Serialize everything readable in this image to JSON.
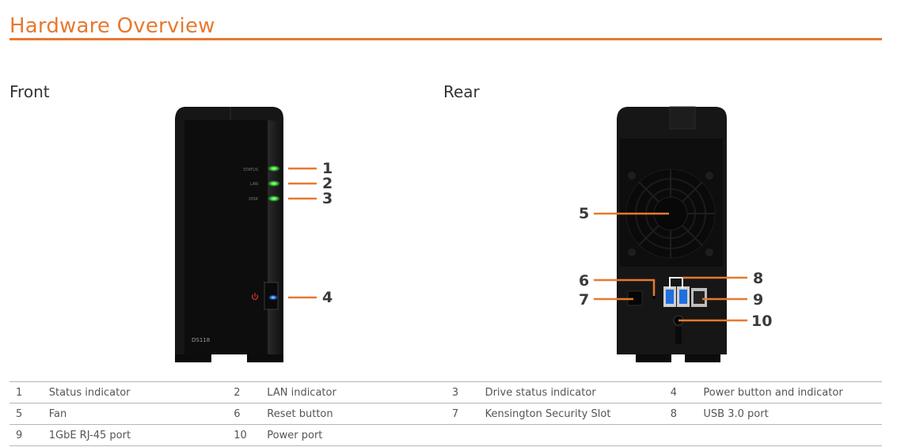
{
  "header": {
    "title": "Hardware Overview"
  },
  "sections": {
    "front": "Front",
    "rear": "Rear"
  },
  "device": {
    "model": "DS118",
    "led_labels": [
      "STATUS",
      "LAN",
      "DISK"
    ]
  },
  "callouts": {
    "front": [
      "1",
      "2",
      "3",
      "4"
    ],
    "rear": [
      "5",
      "6",
      "7",
      "8",
      "9",
      "10"
    ]
  },
  "legend": [
    [
      {
        "num": "1",
        "label": "Status indicator"
      },
      {
        "num": "2",
        "label": "LAN indicator"
      },
      {
        "num": "3",
        "label": "Drive status indicator"
      },
      {
        "num": "4",
        "label": "Power button and indicator"
      }
    ],
    [
      {
        "num": "5",
        "label": "Fan"
      },
      {
        "num": "6",
        "label": "Reset button"
      },
      {
        "num": "7",
        "label": "Kensington Security Slot"
      },
      {
        "num": "8",
        "label": "USB 3.0 port"
      }
    ],
    [
      {
        "num": "9",
        "label": "1GbE RJ-45 port"
      },
      {
        "num": "10",
        "label": "Power port"
      },
      {
        "num": "",
        "label": ""
      },
      {
        "num": "",
        "label": ""
      }
    ]
  ],
  "colors": {
    "accent": "#e8792e",
    "led_green": "#3ddc3a",
    "led_blue": "#2f7fff",
    "power_red": "#e03030",
    "usb_blue": "#1f6fe0",
    "device_body": "#141414"
  }
}
